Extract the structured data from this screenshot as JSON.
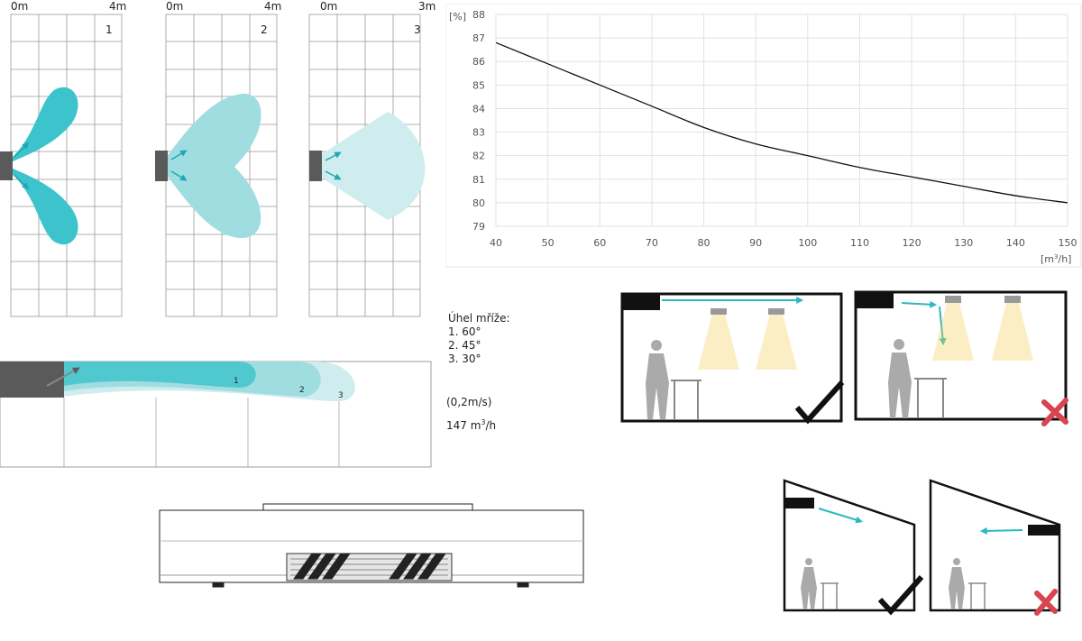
{
  "panels": [
    {
      "number": "1",
      "start_label": "0m",
      "end_label": "4m"
    },
    {
      "number": "2",
      "start_label": "0m",
      "end_label": "4m"
    },
    {
      "number": "3",
      "start_label": "0m",
      "end_label": "3m"
    }
  ],
  "side_view": {
    "labels": [
      "1",
      "2",
      "3"
    ],
    "velocity": "(0,2m/s)",
    "flow_value": "147 m",
    "flow_sup": "3",
    "flow_unit": "/h"
  },
  "legend": {
    "title": "Úhel mříže:",
    "items": [
      "1. 60°",
      "2. 45°",
      "3. 30°"
    ]
  },
  "colors": {
    "teal_dark": "#3cc3cc",
    "teal_mid": "#9fdde1",
    "teal_light": "#cfecef",
    "arrow": "#1fa7b3",
    "unit": "#5a5a5a",
    "check": "#111111",
    "cross": "#d64550",
    "light": "#f5cf55"
  },
  "chart_data": {
    "type": "line",
    "ylabel": "[%]",
    "xlabel_main": "[m",
    "xlabel_sup": "3",
    "xlabel_end": "/h]",
    "xlim": [
      40,
      150
    ],
    "ylim": [
      79,
      88
    ],
    "x_ticks": [
      40,
      50,
      60,
      70,
      80,
      90,
      100,
      110,
      120,
      130,
      140,
      150
    ],
    "y_ticks": [
      79,
      80,
      81,
      82,
      83,
      84,
      85,
      86,
      87,
      88
    ],
    "grid": true,
    "series": [
      {
        "x": [
          40,
          50,
          60,
          70,
          80,
          90,
          100,
          110,
          120,
          130,
          140,
          150
        ],
        "values": [
          86.8,
          85.9,
          85.0,
          84.1,
          83.2,
          82.5,
          82.0,
          81.5,
          81.1,
          80.7,
          80.3,
          80.0
        ]
      }
    ]
  }
}
